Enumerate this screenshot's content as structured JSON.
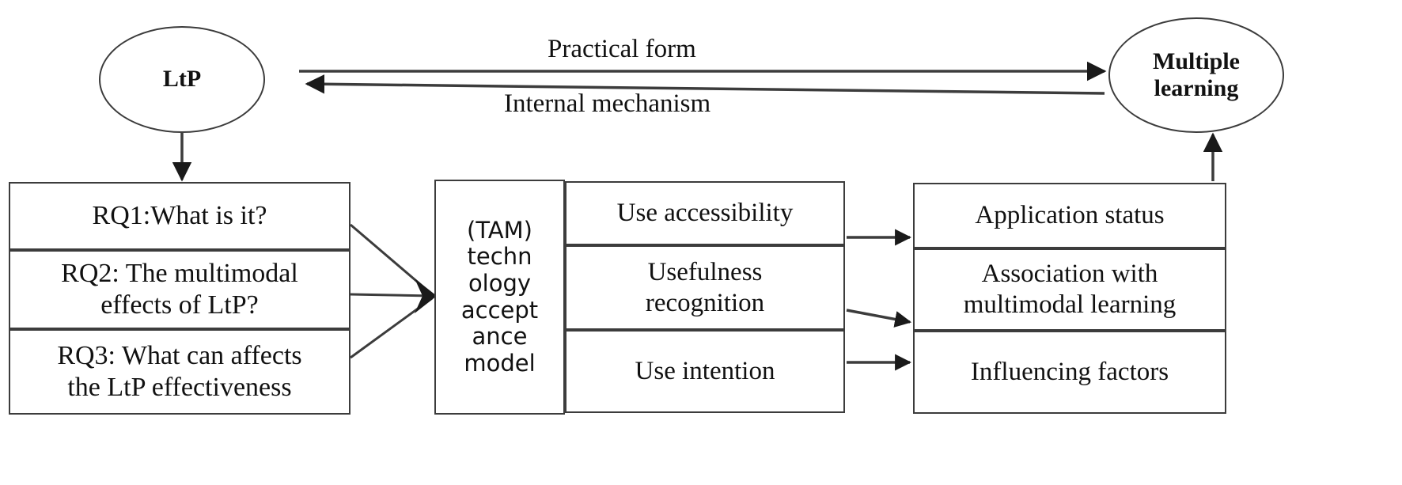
{
  "diagram": {
    "type": "flow-diagram",
    "nodes": {
      "ltp": {
        "label": "LtP",
        "shape": "ellipse"
      },
      "multiple_learning": {
        "label_line1": "Multiple",
        "label_line2": "learning",
        "shape": "ellipse"
      },
      "rq1": {
        "label": "RQ1:What is it?",
        "shape": "box"
      },
      "rq2": {
        "label_line1": "RQ2: The multimodal",
        "label_line2": "effects of LtP?",
        "shape": "box"
      },
      "rq3": {
        "label_line1": "RQ3: What can affects",
        "label_line2": "the LtP effectiveness",
        "shape": "box"
      },
      "tam": {
        "lines": [
          "(TAM)",
          "techn",
          "ology",
          "accept",
          "ance",
          "model"
        ],
        "shape": "box"
      },
      "use_accessibility": {
        "label": "Use accessibility",
        "shape": "box"
      },
      "usefulness_recognition": {
        "label_line1": "Usefulness",
        "label_line2": "recognition",
        "shape": "box"
      },
      "use_intention": {
        "label": "Use intention",
        "shape": "box"
      },
      "application_status": {
        "label": "Application status",
        "shape": "box"
      },
      "association": {
        "label_line1": "Association with",
        "label_line2": "multimodal learning",
        "shape": "box"
      },
      "influencing_factors": {
        "label": "Influencing factors",
        "shape": "box"
      }
    },
    "edges": {
      "practical_form": {
        "label": "Practical form",
        "from": "ltp",
        "to": "multiple_learning",
        "direction": "right"
      },
      "internal_mechanism": {
        "label": "Internal mechanism",
        "from": "multiple_learning",
        "to": "ltp",
        "direction": "left"
      }
    },
    "colors": {
      "stroke": "#3c3c3c",
      "text": "#111111",
      "background": "#ffffff"
    }
  }
}
